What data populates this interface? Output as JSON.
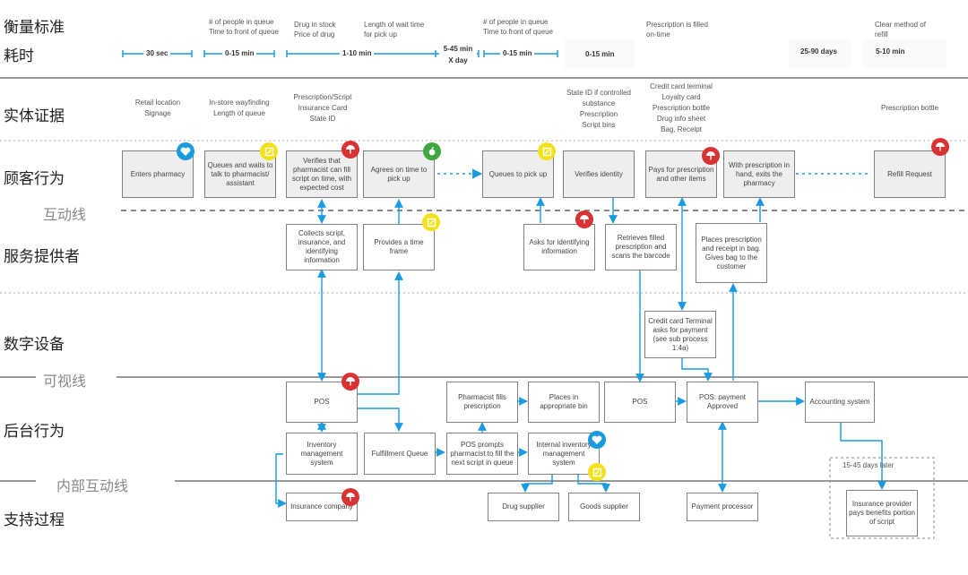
{
  "rows": {
    "metric": "衡量标准",
    "time": "耗时",
    "evidence": "实体证据",
    "customer": "顾客行为",
    "interaction": "互动线",
    "provider": "服务提供者",
    "digital": "数字设备",
    "visibility": "可视线",
    "backstage": "后台行为",
    "internal": "内部互动线",
    "support": "支持过程"
  },
  "metrics": {
    "m1a": "# of people in queue",
    "m1b": "Time to front of queue",
    "m2a": "Drug in stock",
    "m2b": "Price of drug",
    "m3a": "Length of wait time",
    "m3b": "for pick up",
    "m4a": "# of people in queue",
    "m4b": "Time to front of queue",
    "m5a": "Prescription is filled",
    "m5b": "on-time",
    "m6a": "Clear method of",
    "m6b": "refill"
  },
  "durations": {
    "d1": "30 sec",
    "d2": "0-15 min",
    "d3": "1-10 min",
    "d4a": "5-45 min",
    "d4b": "X day",
    "d5": "0-15 min",
    "d6": "0-15 min",
    "d7": "25-90 days",
    "d8": "5-10 min"
  },
  "evidence": {
    "e1a": "Retail location",
    "e1b": "Signage",
    "e2a": "In-store wayfinding",
    "e2b": "Length of queue",
    "e3a": "Prescription/Script",
    "e3b": "Insurance Card",
    "e3c": "State ID",
    "e4a": "State ID if controlled",
    "e4b": "substance",
    "e4c": "Prescription",
    "e4d": "Script bins",
    "e5a": "Credit card terminal",
    "e5b": "Loyalty card",
    "e5c": "Prescription bottle",
    "e5d": "Drug info sheet",
    "e5e": "Bag, Receipt",
    "e6a": "Prescription bottle"
  },
  "customer": {
    "c1": "Enters pharmacy",
    "c2": "Queues and waits to talk to pharmacist/ assistant",
    "c3": "Verifies that pharmacist can fill script on time, with expected cost",
    "c4": "Agrees on time to pick up",
    "c5": "Queues to pick up",
    "c6": "Verifies identity",
    "c7": "Pays for prescription and other items",
    "c8": "With prescription in hand, exits the pharmacy",
    "c9": "Refill Request"
  },
  "provider": {
    "p1": "Collects script, insurance, and identifying information",
    "p2": "Provides a time frame",
    "p3": "Asks for identifying information",
    "p4": "Retrieves filled prescription and scans the barcode",
    "p5": "Places prescription and receipt in bag. Gives bag to the customer"
  },
  "digital": {
    "g1": "Credit card Terminal asks for payment (see sub process 1.4a)"
  },
  "backstage": {
    "b1": "POS",
    "b2": "Pharmacist fills prescription",
    "b3": "Places in appropriate bin",
    "b4": "POS",
    "b5": "POS: payment Approved",
    "b6": "Accounting system",
    "b7": "Inventory management system",
    "b8": "Fulfillment Queue",
    "b9": "POS prompts pharmacist to fill the next script in queue",
    "b10": "Internal inventory management system"
  },
  "support": {
    "s1": "Insurance company",
    "s2": "Drug supplier",
    "s3": "Goods supplier",
    "s4": "Payment processor",
    "s5": "Insurance provider pays benefits portion of script",
    "s6": "15-45 days later"
  },
  "colors": {
    "arrow": "#1a9be0",
    "red": "#d83232",
    "blue": "#1a9be0",
    "yellow": "#f3e21a",
    "green": "#3fa640"
  }
}
